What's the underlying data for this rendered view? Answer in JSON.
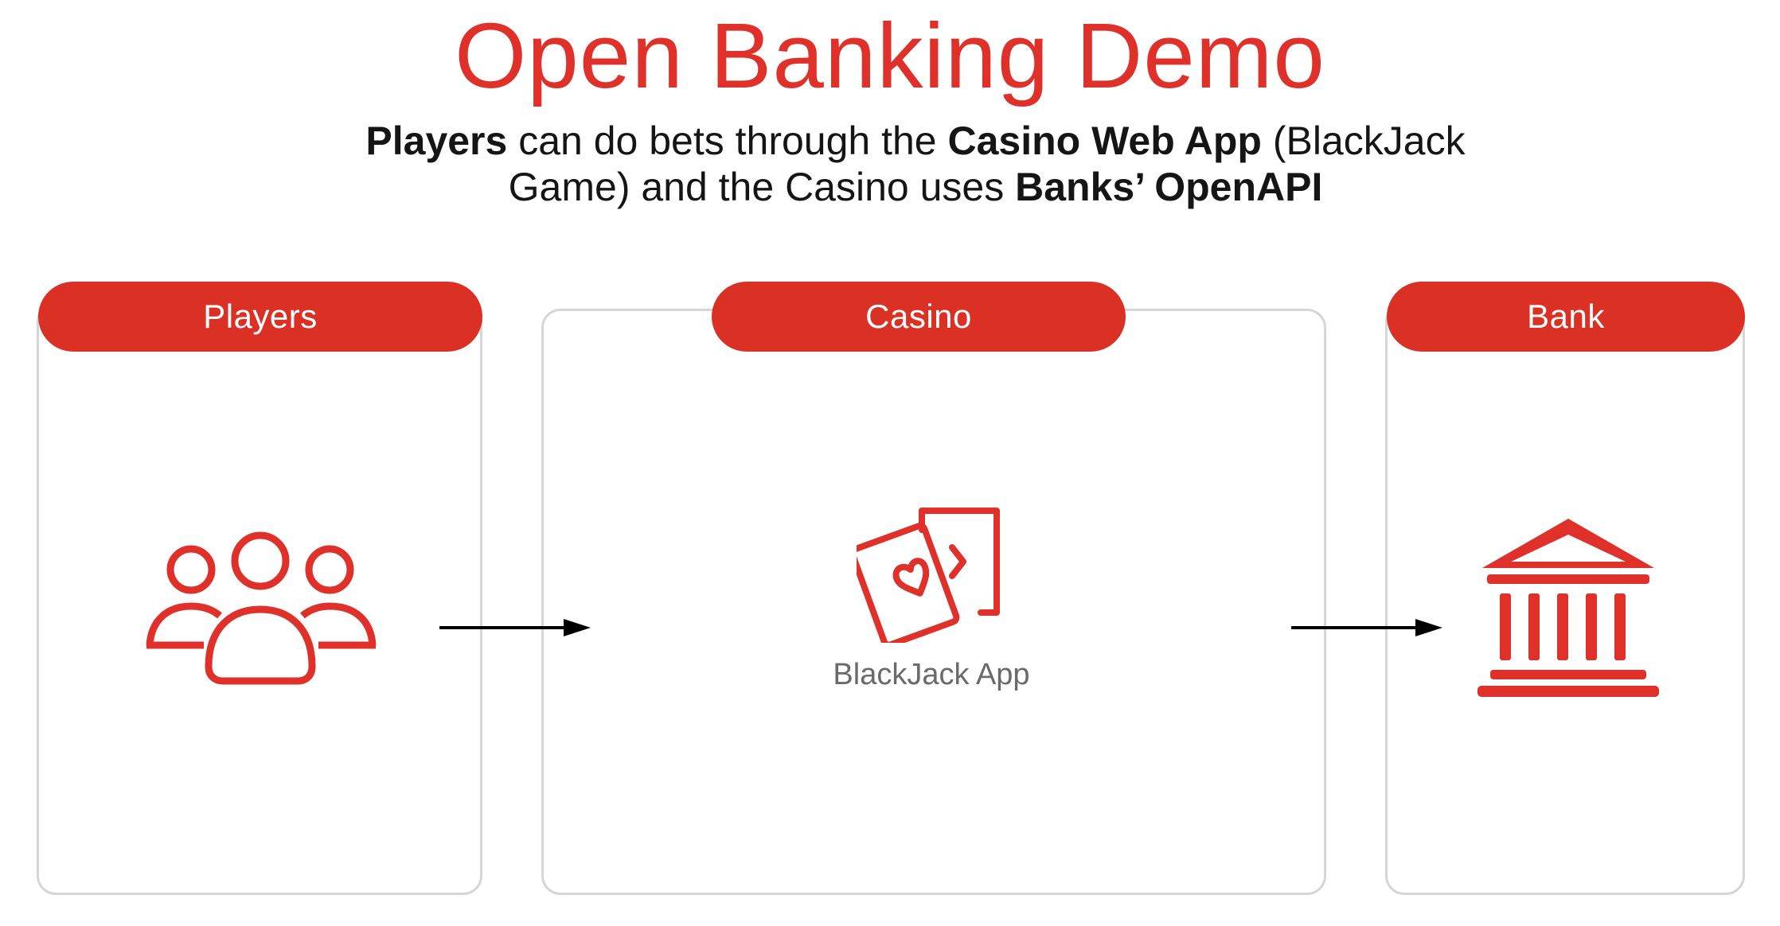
{
  "title": "Open Banking Demo",
  "subtitle": {
    "p1_bold": "Players",
    "p2": " can do bets through the ",
    "p3_bold": "Casino Web App",
    "p4": " (BlackJack Game) and the Casino uses ",
    "p5_bold": "Banks’ OpenAPI"
  },
  "columns": {
    "players": {
      "label": "Players",
      "icon": "people-group-icon"
    },
    "casino": {
      "label": "Casino",
      "icon": "playing-cards-icon",
      "app_label": "BlackJack App"
    },
    "bank": {
      "label": "Bank",
      "icon": "bank-building-icon"
    }
  },
  "colors": {
    "accent": "#db3125",
    "title": "#e0302a",
    "border": "#d6d6d6",
    "text": "#151515",
    "muted_text": "#6a6a6a"
  }
}
